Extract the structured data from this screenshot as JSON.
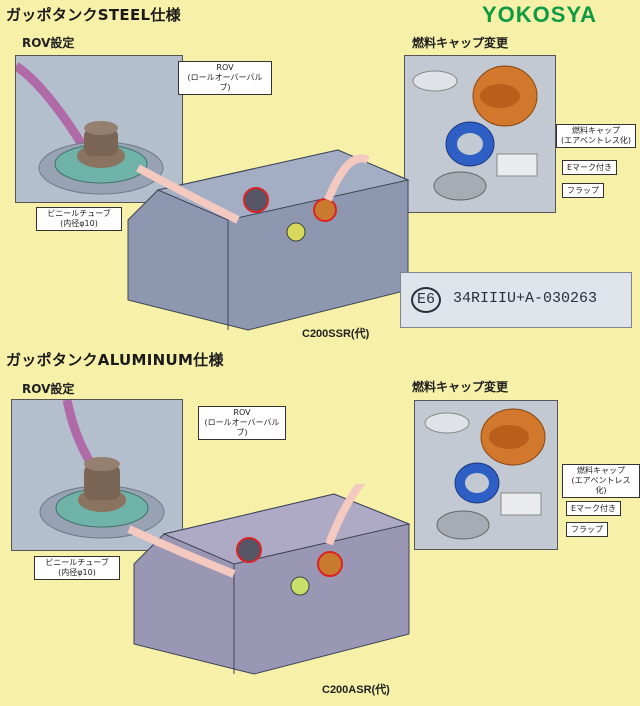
{
  "brand": "YOKOSYA",
  "steel": {
    "title": "ガッポタンクSTEEL仕様",
    "rov_heading": "ROV設定",
    "cap_heading": "燃料キャップ変更",
    "rov_label_1": "ROV",
    "rov_label_2": "(ロールオーバーバルブ)",
    "tube_label_1": "ビニールチューブ",
    "tube_label_2": "(内径φ10)",
    "cap_label_1": "燃料キャップ",
    "cap_label_2": "(エアベントレス化)",
    "emark_label": "Eマーク付き",
    "flap_label": "フラップ",
    "cert_mark": "E6",
    "cert_text": "34RIIIU+A-030263",
    "model": "C200SSR(代)"
  },
  "aluminum": {
    "title": "ガッポタンクALUMINUM仕様",
    "rov_heading": "ROV設定",
    "cap_heading": "燃料キャップ変更",
    "rov_label_1": "ROV",
    "rov_label_2": "(ロールオーバーバルブ)",
    "tube_label_1": "ビニールチューブ",
    "tube_label_2": "(内径φ10)",
    "cap_label_1": "燃料キャップ",
    "cap_label_2": "(エアベントレス化)",
    "emark_label": "Eマーク付き",
    "flap_label": "フラップ",
    "model": "C200ASR(代)"
  }
}
